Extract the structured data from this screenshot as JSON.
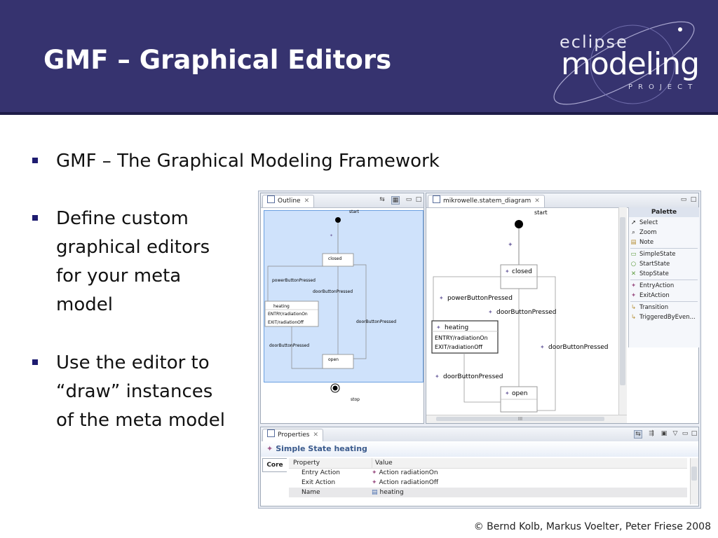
{
  "slide": {
    "title": "GMF – Graphical Editors",
    "bullets": [
      {
        "lines": [
          "GMF – The Graphical Modeling Framework"
        ]
      },
      {
        "lines": [
          "Define custom",
          "graphical editors",
          "for your meta",
          "model"
        ]
      },
      {
        "lines": [
          "Use the editor to",
          "“draw” instances",
          "of the meta model"
        ]
      }
    ],
    "credit": "© Bernd Kolb, Markus Voelter, Peter Friese 2008"
  },
  "logo": {
    "line1": "eclipse",
    "line2": "modeling",
    "line3": "PROJECT"
  },
  "outline": {
    "tab_label": "Outline",
    "start": "start",
    "stop": "stop",
    "closed": "closed",
    "heating": "heating",
    "heating_entry": "ENTRY/radiationOn",
    "heating_exit": "EXIT/radiationOff",
    "open": "open",
    "t_power": "powerButtonPressed",
    "t_door1": "doorButtonPressed",
    "t_door2": "doorButtonPressed",
    "t_door3": "doorButtonPressed"
  },
  "diagram": {
    "tab_label": "mikrowelle.statem_diagram",
    "start": "start",
    "closed": "closed",
    "heating": "heating",
    "heating_entry": "ENTRY/radiationOn",
    "heating_exit": "EXIT/radiationOff",
    "open": "open",
    "t_power": "powerButtonPressed",
    "t_door1": "doorButtonPressed",
    "t_door2": "doorButtonPressed",
    "t_door3": "doorButtonPressed",
    "scroll_grip": "III"
  },
  "palette": {
    "title": "Palette",
    "items": [
      {
        "label": "Select",
        "icon": "arrow-cursor-icon"
      },
      {
        "label": "Zoom",
        "icon": "magnifier-icon"
      },
      {
        "label": "Note",
        "icon": "note-icon"
      },
      {
        "label": "SimpleState",
        "icon": "rounded-rect-icon"
      },
      {
        "label": "StartState",
        "icon": "circle-icon"
      },
      {
        "label": "StopState",
        "icon": "cross-icon"
      },
      {
        "label": "EntryAction",
        "icon": "diamond-icon"
      },
      {
        "label": "ExitAction",
        "icon": "diamond-icon"
      },
      {
        "label": "Transition",
        "icon": "connector-icon"
      },
      {
        "label": "TriggeredByEven...",
        "icon": "connector-icon"
      }
    ]
  },
  "properties": {
    "tab_label": "Properties",
    "title": "Simple State heating",
    "core_tab": "Core",
    "col_property": "Property",
    "col_value": "Value",
    "rows": [
      {
        "property": "Entry Action",
        "value": "Action radiationOn"
      },
      {
        "property": "Exit Action",
        "value": "Action radiationOff"
      },
      {
        "property": "Name",
        "value": "heating"
      }
    ]
  },
  "colors": {
    "header_bg": "#36336f",
    "accent": "#1e1c70",
    "selection": "#cfe2fb"
  }
}
